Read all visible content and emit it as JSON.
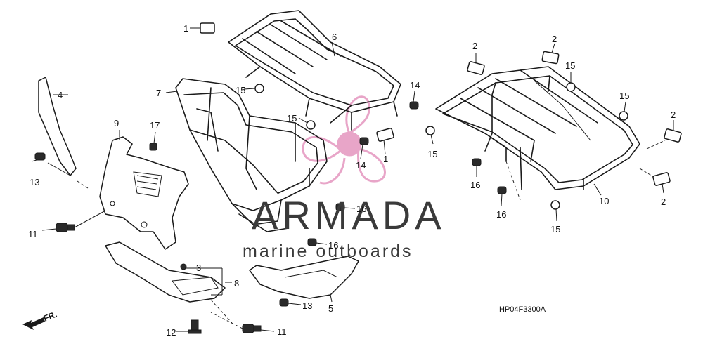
{
  "diagram_code": "HP04F3300A",
  "front_indicator": "FR.",
  "watermark": {
    "title": "ARMADA",
    "subtitle": "marine outboards",
    "logo_color": "#e8a5c8"
  },
  "callouts": {
    "c1a": "1",
    "c1b": "1",
    "c2a": "2",
    "c2b": "2",
    "c2c": "2",
    "c2d": "2",
    "c3": "3",
    "c4": "4",
    "c5": "5",
    "c6": "6",
    "c7": "7",
    "c8": "8",
    "c9": "9",
    "c10": "10",
    "c11a": "11",
    "c11b": "11",
    "c12": "12",
    "c13a": "13",
    "c13b": "13",
    "c14a": "14",
    "c14b": "14",
    "c15a": "15",
    "c15b": "15",
    "c15c": "15",
    "c15d": "15",
    "c15e": "15",
    "c15f": "15",
    "c16a": "16",
    "c16b": "16",
    "c16c": "16",
    "c16d": "16",
    "c17": "17"
  }
}
